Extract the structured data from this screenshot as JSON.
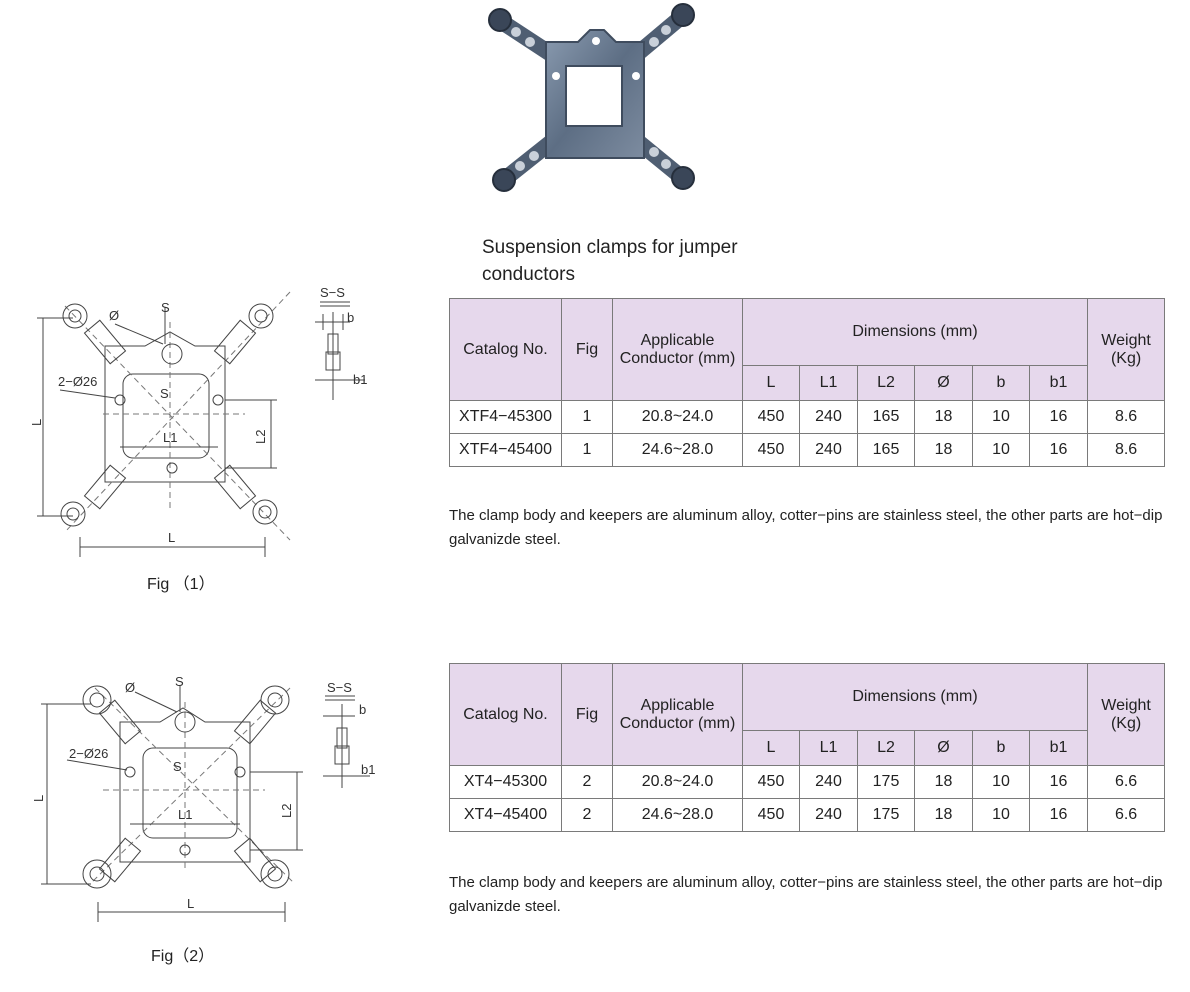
{
  "title_line1": "Suspension clamps for jumper",
  "title_line2": "conductors",
  "headers": {
    "catalog": "Catalog No.",
    "fig": "Fig",
    "conductor": "Applicable Conductor (mm)",
    "dimensions": "Dimensions (mm)",
    "weight": "Weight (Kg)",
    "dim_cols": [
      "L",
      "L1",
      "L2",
      "Ø",
      "b",
      "b1"
    ]
  },
  "tables": [
    {
      "rows": [
        [
          "XTF4−45300",
          "1",
          "20.8~24.0",
          "450",
          "240",
          "165",
          "18",
          "10",
          "16",
          "8.6"
        ],
        [
          "XTF4−45400",
          "1",
          "24.6~28.0",
          "450",
          "240",
          "165",
          "18",
          "10",
          "16",
          "8.6"
        ]
      ]
    },
    {
      "rows": [
        [
          "XT4−45300",
          "2",
          "20.8~24.0",
          "450",
          "240",
          "175",
          "18",
          "10",
          "16",
          "6.6"
        ],
        [
          "XT4−45400",
          "2",
          "24.6~28.0",
          "450",
          "240",
          "175",
          "18",
          "10",
          "16",
          "6.6"
        ]
      ]
    }
  ],
  "note": "The clamp body and keepers  are aluminum alloy, cotter−pins are stainless steel, the other parts are hot−dip galvanizde steel.",
  "fig1": {
    "caption": "Fig （1）",
    "labels": {
      "phi": "Ø",
      "s": "S",
      "holes": "2−Ø26",
      "l": "L",
      "l1": "L1",
      "l2": "L2",
      "section": "S−S",
      "b": "b",
      "b1": "b1"
    }
  },
  "fig2": {
    "caption": "Fig（2）",
    "labels": {
      "phi": "Ø",
      "s": "S",
      "holes": "2−Ø26",
      "l": "L",
      "l1": "L1",
      "l2": "L2",
      "section": "S−S",
      "b": "b",
      "b1": "b1"
    }
  }
}
